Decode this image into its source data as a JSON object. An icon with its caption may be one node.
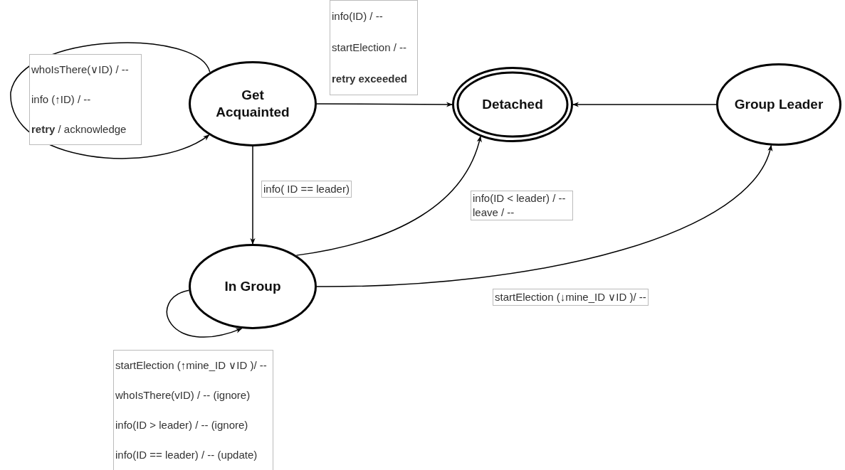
{
  "diagram": {
    "nodes": [
      {
        "text": [
          "Get Acquainted"
        ]
      },
      {
        "text": [
          "Detached"
        ]
      },
      {
        "text": [
          "Group Leader"
        ]
      },
      {
        "text": [
          "In Group"
        ]
      }
    ],
    "edges": [
      {
        "from": 0,
        "to": 0,
        "arrow": "to",
        "label": "whoIsThere(∨ID) / -- info (↑ID) / -- **retry** / acknowledge"
      },
      {
        "from": 0,
        "to": 1,
        "arrow": "to",
        "label": "info(ID) / -- startElection / -- **retry exceeded**"
      },
      {
        "from": 2,
        "to": 1,
        "arrow": "to"
      },
      {
        "from": 0,
        "to": 3,
        "arrow": "to",
        "label": "info( ID == leader)"
      },
      {
        "from": 3,
        "to": 1,
        "arrow": "to",
        "label": "info(ID < leader) / -- leave / --"
      },
      {
        "from": 3,
        "to": 2,
        "arrow": "to",
        "label": "startElection (↓mine_ID ∨ID )/ --"
      },
      {
        "from": 3,
        "to": 3,
        "arrow": "to",
        "label": "startElection (↑mine_ID ∨ID )/ -- whoIsThere(vID) / -- (ignore) info(ID > leader) / -- (ignore) info(ID == leader) / -- (update)"
      }
    ]
  }
}
